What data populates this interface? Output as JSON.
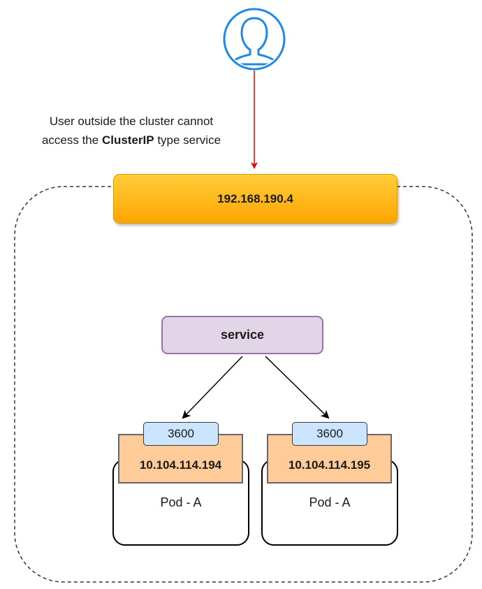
{
  "user": {
    "icon": "user-icon"
  },
  "caption": {
    "line1": "User outside the cluster cannot",
    "line2_prefix": "access the ",
    "line2_bold": "ClusterIP",
    "line2_suffix": " type service"
  },
  "cluster_ip": {
    "label": "192.168.190.4"
  },
  "service": {
    "label": "service"
  },
  "pods": [
    {
      "port": "3600",
      "ip": "10.104.114.194",
      "label": "Pod - A"
    },
    {
      "port": "3600",
      "ip": "10.104.114.195",
      "label": "Pod - A"
    }
  ],
  "colors": {
    "user_icon": "#1e88e5",
    "blocked_arrow": "#e00000",
    "cluster_ip_fill": "#ffa500",
    "service_fill": "#e1d5e7",
    "service_stroke": "#9673a6",
    "pod_ip_fill": "#ffcc99",
    "port_fill": "#cce5ff"
  }
}
